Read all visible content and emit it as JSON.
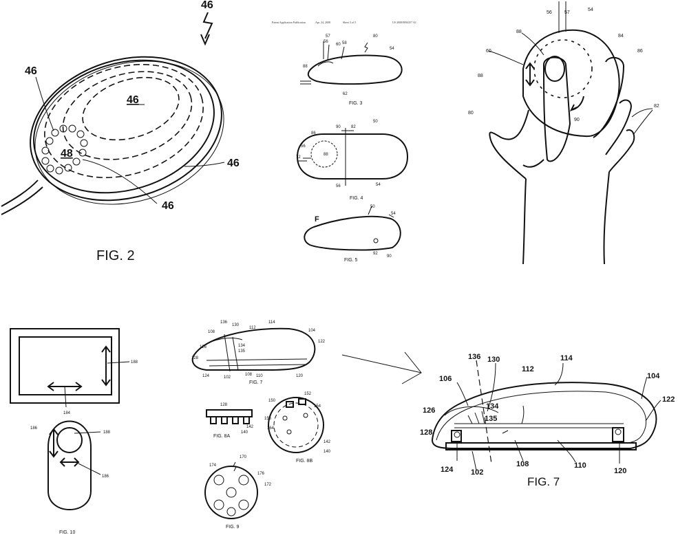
{
  "header": {
    "publication": "Patent Application Publication",
    "date": "Apr. 24, 2008",
    "sheet": "Sheet 3 of 5",
    "number": "US 2008/0094357 A1"
  },
  "fig2": {
    "caption": "FIG. 2",
    "labels": [
      "46",
      "46",
      "46",
      "48",
      "46",
      "46"
    ]
  },
  "fig3": {
    "caption": "FIG. 3",
    "labels": [
      "57",
      "56",
      "80",
      "58",
      "54",
      "88",
      "62",
      "60"
    ]
  },
  "fig4": {
    "caption": "FIG. 4",
    "labels": [
      "90",
      "82",
      "50",
      "86",
      "56",
      "88",
      "72",
      "56",
      "54"
    ]
  },
  "fig5": {
    "caption": "FIG. 5",
    "letter": "F",
    "labels": [
      "50",
      "54",
      "92",
      "90"
    ]
  },
  "fig6": {
    "labels": [
      "56",
      "57",
      "54",
      "88",
      "84",
      "86",
      "60",
      "88",
      "80",
      "82",
      "90"
    ]
  },
  "fig10": {
    "caption": "FIG. 10",
    "labels": [
      "188",
      "184",
      "186",
      "188",
      "186"
    ]
  },
  "fig7_small": {
    "caption": "FIG. 7",
    "labels": [
      "136",
      "130",
      "112",
      "114",
      "104",
      "122",
      "108",
      "134",
      "135",
      "126",
      "128",
      "124",
      "102",
      "108",
      "110",
      "120"
    ]
  },
  "fig8a": {
    "caption": "FIG. 8A",
    "labels": [
      "128",
      "142",
      "140"
    ]
  },
  "fig8b": {
    "caption": "FIG. 8B",
    "labels": [
      "150",
      "152",
      "154",
      "164",
      "156",
      "142",
      "140"
    ]
  },
  "fig9": {
    "caption": "FIG. 9",
    "labels": [
      "170",
      "174",
      "176",
      "172"
    ]
  },
  "fig7_large": {
    "caption": "FIG. 7",
    "labels": [
      "136",
      "130",
      "114",
      "106",
      "112",
      "104",
      "134",
      "122",
      "126",
      "135",
      "128",
      "108",
      "110",
      "124",
      "102",
      "120"
    ]
  }
}
